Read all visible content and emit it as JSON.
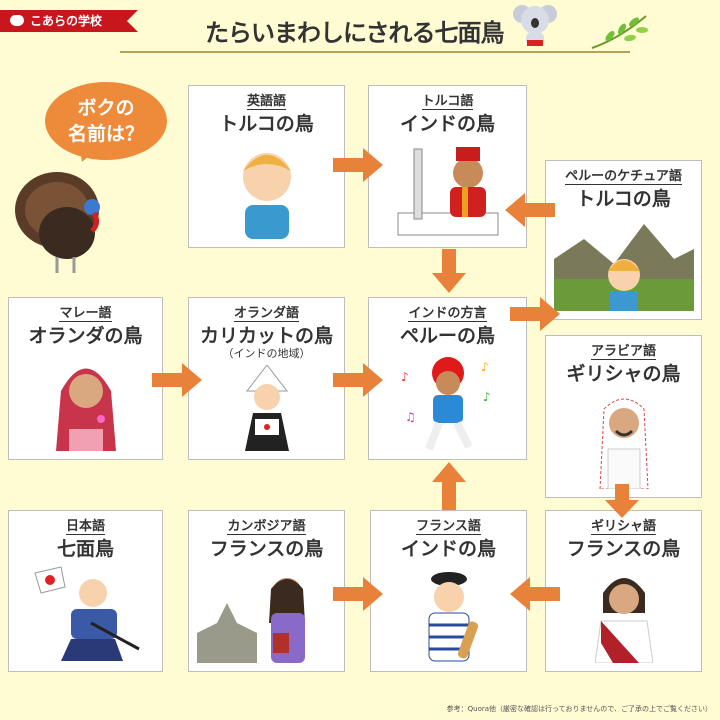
{
  "header": {
    "brand": "こあらの学校",
    "title": "たらいまわしにされる七面鳥"
  },
  "bubble": {
    "line1": "ボクの",
    "line2": "名前は？"
  },
  "boxes": [
    {
      "lang": "英語語",
      "name": "トルコの鳥"
    },
    {
      "lang": "トルコ語",
      "name": "インドの鳥"
    },
    {
      "lang": "ペルーのケチュア語",
      "name": "トルコの鳥"
    },
    {
      "lang": "マレー語",
      "name": "オランダの鳥"
    },
    {
      "lang": "オランダ語",
      "name": "カリカットの鳥",
      "note": "（インドの地域）"
    },
    {
      "lang": "インドの方言",
      "name": "ペルーの鳥"
    },
    {
      "lang": "アラビア語",
      "name": "ギリシャの鳥"
    },
    {
      "lang": "日本語",
      "name": "七面鳥"
    },
    {
      "lang": "カンボジア語",
      "name": "フランスの鳥"
    },
    {
      "lang": "フランス語",
      "name": "インドの鳥"
    },
    {
      "lang": "ギリシャ語",
      "name": "フランスの鳥"
    }
  ],
  "footer": "参考：Quora他（厳密な確認は行っておりませんので、ご了承の上でご覧ください）",
  "colors": {
    "accent": "#e8823a",
    "brand": "#c8161d",
    "background": "#fffbd3"
  }
}
